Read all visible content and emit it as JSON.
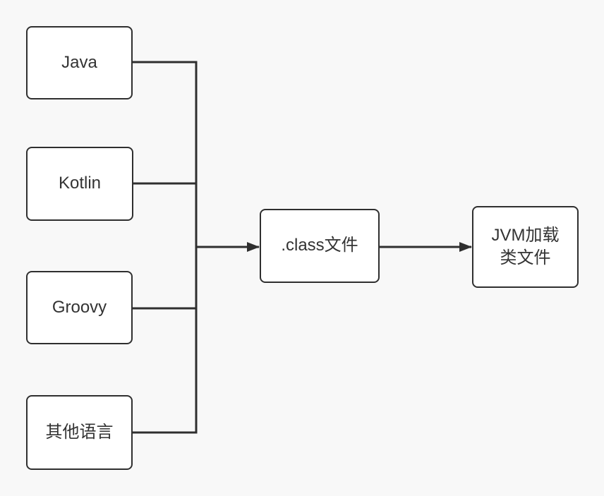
{
  "diagram": {
    "nodes": {
      "java": {
        "label": "Java",
        "lines": [
          "Java"
        ]
      },
      "kotlin": {
        "label": "Kotlin",
        "lines": [
          "Kotlin"
        ]
      },
      "groovy": {
        "label": "Groovy",
        "lines": [
          "Groovy"
        ]
      },
      "other": {
        "label": "其他语言",
        "lines": [
          "其他语言"
        ]
      },
      "class_file": {
        "label": ".class文件",
        "lines": [
          ".class文件"
        ]
      },
      "jvm": {
        "label": "JVM加载类文件",
        "lines": [
          "JVM加载",
          "类文件"
        ]
      }
    },
    "edges": [
      {
        "from": "java",
        "to": "class_file",
        "arrow": true
      },
      {
        "from": "kotlin",
        "to": "class_file",
        "arrow": true
      },
      {
        "from": "groovy",
        "to": "class_file",
        "arrow": true
      },
      {
        "from": "other",
        "to": "class_file",
        "arrow": true
      },
      {
        "from": "class_file",
        "to": "jvm",
        "arrow": true
      }
    ],
    "colors": {
      "background": "#f8f8f8",
      "node_fill": "#ffffff",
      "stroke": "#2f2f2f",
      "text": "#333333"
    }
  }
}
